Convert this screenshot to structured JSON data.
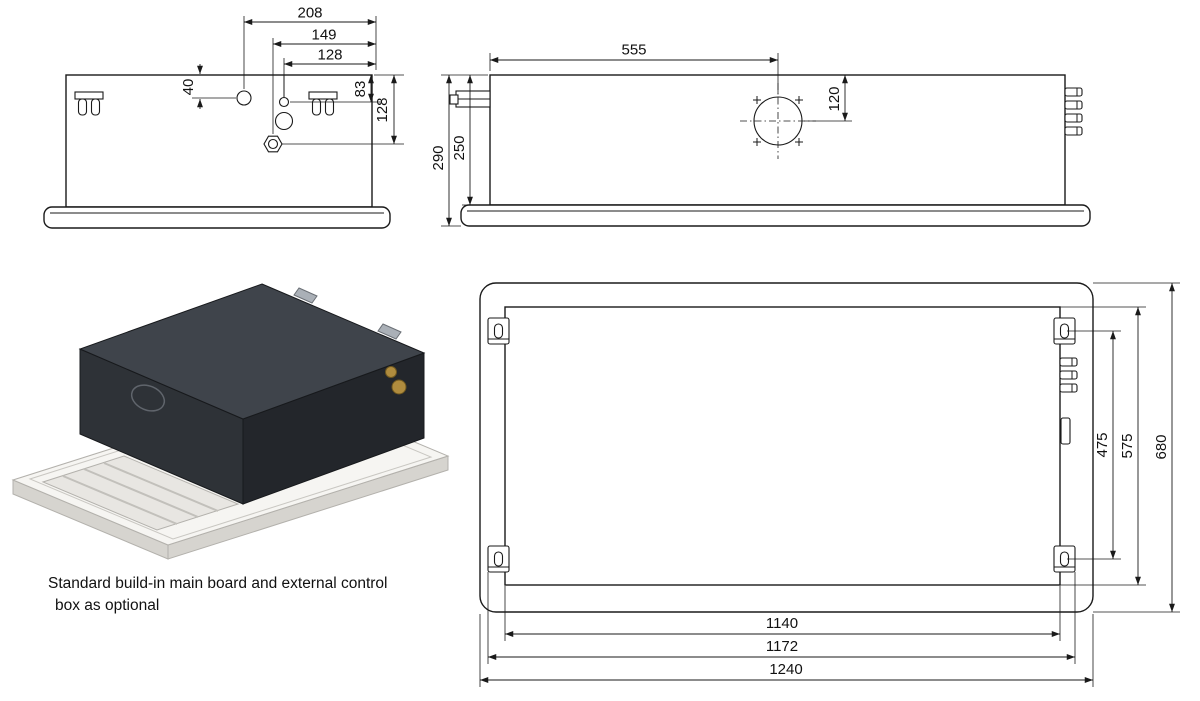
{
  "note": {
    "line1": "Standard build-in main board and external control",
    "line2": "box as optional"
  },
  "front_view": {
    "dims": {
      "top_208": "208",
      "top_149": "149",
      "top_128": "128",
      "left_40": "40",
      "right_83": "83",
      "right_128": "128"
    }
  },
  "side_view": {
    "dims": {
      "top_555": "555",
      "right_120": "120",
      "left_290": "290",
      "left_250": "250"
    }
  },
  "plan_view": {
    "dims": {
      "right_475": "475",
      "right_575": "575",
      "right_680": "680",
      "bottom_1140": "1140",
      "bottom_1172": "1172",
      "bottom_1240": "1240"
    }
  },
  "colors": {
    "line": "#1a1a1a",
    "body_top": "#3f444b",
    "body_left": "#2e3237",
    "body_right": "#23262b",
    "panel_top": "#f6f5f2",
    "panel_rim": "#d6d4cf",
    "grille": "#e8e6e2",
    "brass": "#b08c3e"
  }
}
